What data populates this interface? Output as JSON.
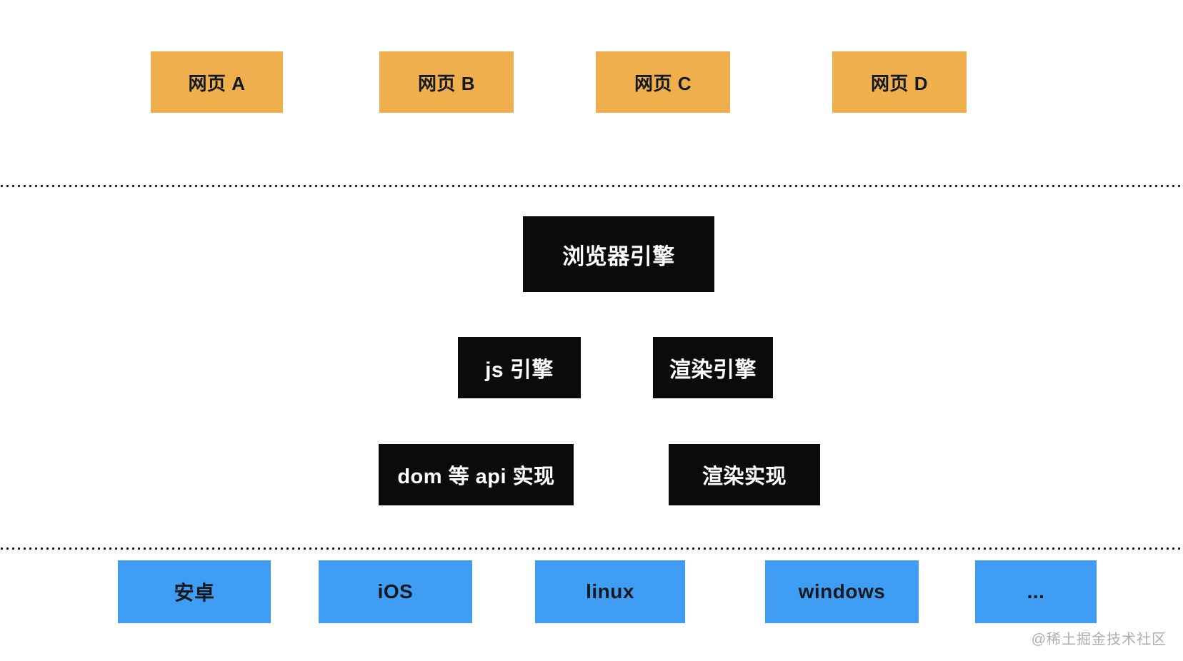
{
  "colors": {
    "webpage_box": "#efaf4d",
    "engine_box": "#0b0b0b",
    "engine_text": "#ffffff",
    "platform_box": "#3f9ef3",
    "box_text": "#14191f",
    "dot_color": "#111111",
    "watermark": "#adadad",
    "page_bg": "#ffffff"
  },
  "diagram": {
    "webpages": [
      {
        "label": "网页 A"
      },
      {
        "label": "网页 B"
      },
      {
        "label": "网页 C"
      },
      {
        "label": "网页 D"
      }
    ],
    "browser_engine": {
      "label": "浏览器引擎"
    },
    "engines": [
      {
        "label": "js 引擎"
      },
      {
        "label": "渲染引擎"
      }
    ],
    "implementations": [
      {
        "label": "dom 等 api 实现"
      },
      {
        "label": "渲染实现"
      }
    ],
    "platforms": [
      {
        "label": "安卓"
      },
      {
        "label": "iOS"
      },
      {
        "label": "linux"
      },
      {
        "label": "windows"
      },
      {
        "label": "..."
      }
    ]
  },
  "watermark": {
    "text": "@稀土掘金技术社区"
  }
}
